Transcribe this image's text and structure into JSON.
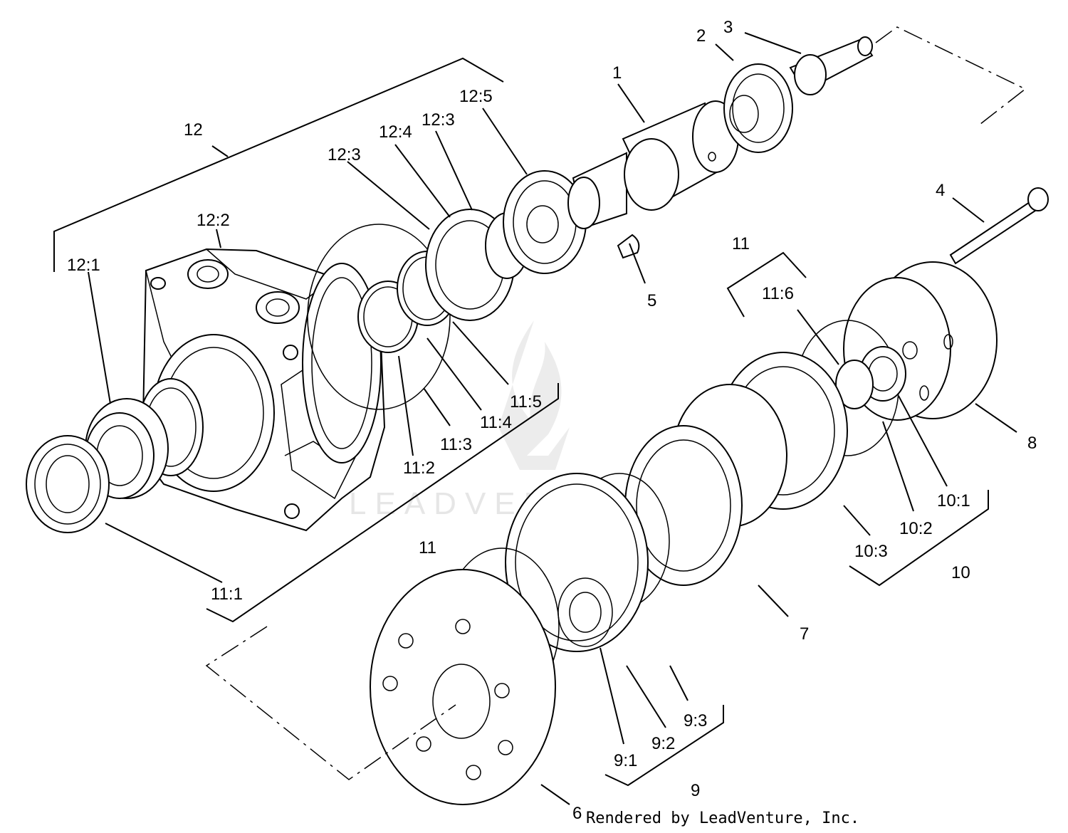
{
  "watermark": "LEADVENTURE",
  "credit": "Rendered by LeadVenture, Inc.",
  "callouts": {
    "c1": "1",
    "c2": "2",
    "c3": "3",
    "c4": "4",
    "c5": "5",
    "c6": "6",
    "c7": "7",
    "c8": "8",
    "c9": "9",
    "c9_1": "9:1",
    "c9_2": "9:2",
    "c9_3": "9:3",
    "c10": "10",
    "c10_1": "10:1",
    "c10_2": "10:2",
    "c10_3": "10:3",
    "c11_top": "11",
    "c11_bottom": "11",
    "c11_1": "11:1",
    "c11_2": "11:2",
    "c11_3": "11:3",
    "c11_4": "11:4",
    "c11_5": "11:5",
    "c11_6": "11:6",
    "c12": "12",
    "c12_1": "12:1",
    "c12_2": "12:2",
    "c12_3a": "12:3",
    "c12_3b": "12:3",
    "c12_4": "12:4",
    "c12_5": "12:5"
  }
}
